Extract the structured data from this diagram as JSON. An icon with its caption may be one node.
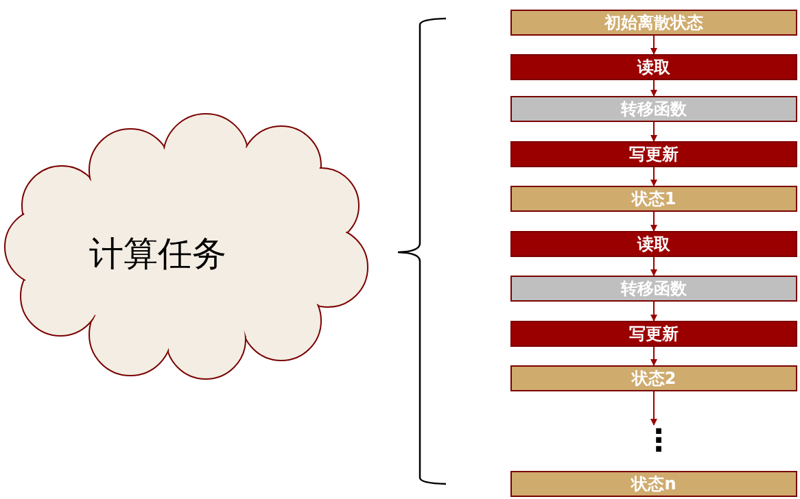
{
  "diagram": {
    "nodes": [
      {
        "text": [
          "计算任务"
        ]
      },
      {
        "text": [
          "初始离散状态"
        ]
      },
      {
        "text": [
          "读取"
        ]
      },
      {
        "text": [
          "转移函数"
        ]
      },
      {
        "text": [
          "写更新"
        ]
      },
      {
        "text": [
          "状态1"
        ]
      },
      {
        "text": [
          "读取"
        ]
      },
      {
        "text": [
          "转移函数"
        ]
      },
      {
        "text": [
          "写更新"
        ]
      },
      {
        "text": [
          "状态2"
        ]
      },
      {
        "text": [
          "⋮"
        ]
      },
      {
        "text": [
          "状态n"
        ]
      }
    ],
    "edges": [
      {
        "from": 1,
        "to": 2,
        "arrow": "to"
      },
      {
        "from": 2,
        "to": 3,
        "arrow": "to"
      },
      {
        "from": 3,
        "to": 4,
        "arrow": "to"
      },
      {
        "from": 4,
        "to": 5,
        "arrow": "to"
      },
      {
        "from": 5,
        "to": 6,
        "arrow": "to"
      },
      {
        "from": 6,
        "to": 7,
        "arrow": "to"
      },
      {
        "from": 7,
        "to": 8,
        "arrow": "to"
      },
      {
        "from": 8,
        "to": 9,
        "arrow": "to"
      },
      {
        "from": 9,
        "to": 10,
        "arrow": "to"
      }
    ]
  }
}
